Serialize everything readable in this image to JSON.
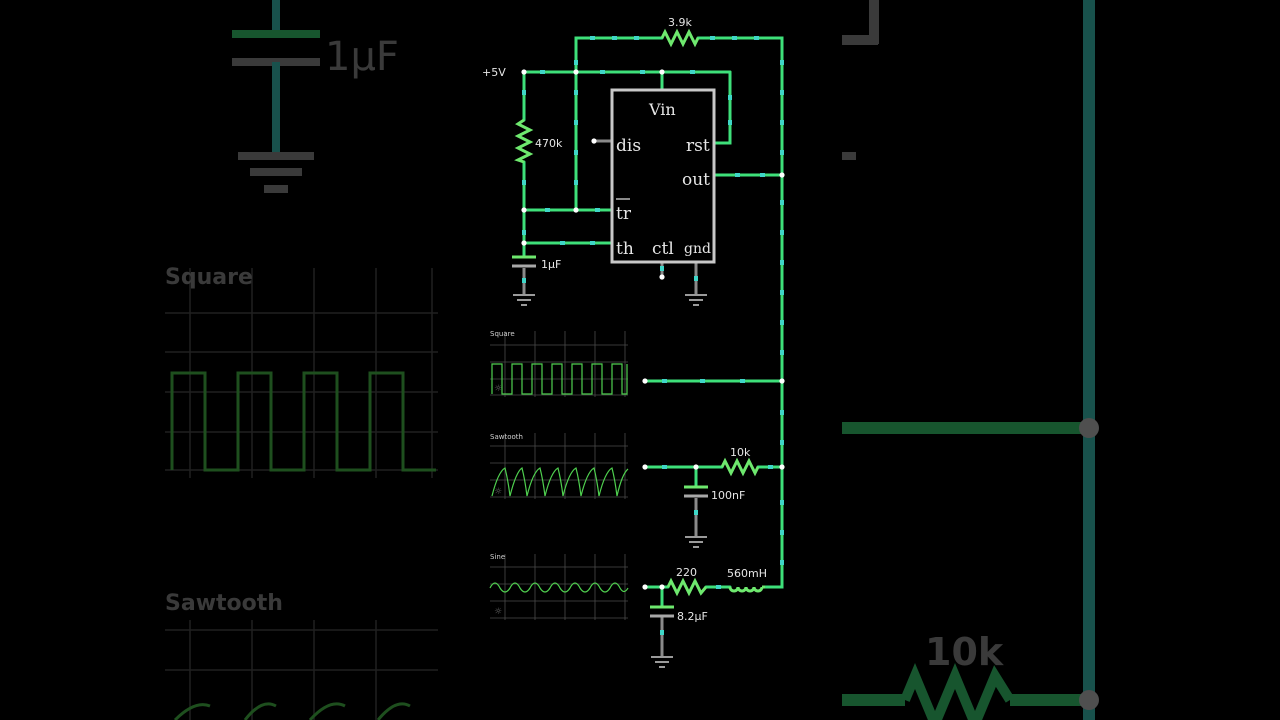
{
  "circuit": {
    "supply_label": "+5V",
    "chip": {
      "vin": "Vin",
      "dis": "dis",
      "rst": "rst",
      "out": "out",
      "tr": "tr",
      "th": "th",
      "ctl": "ctl",
      "gnd": "gnd"
    },
    "components": {
      "r_feedback": "3.9k",
      "r_timing": "470k",
      "c_timing": "1µF",
      "r_sawtooth": "10k",
      "c_sawtooth": "100nF",
      "r_sine": "220",
      "l_sine": "560mH",
      "c_sine": "8.2µF"
    },
    "scopes": {
      "square": "Square",
      "sawtooth": "Sawtooth",
      "sine": "Sine"
    }
  },
  "background": {
    "cap_label": "1µF",
    "resistor_label": "10k",
    "scope_square": "Square",
    "scope_sawtooth": "Sawtooth"
  },
  "colors": {
    "wire": "#3ee07a",
    "wire_current": "#3fd6c8",
    "component": "#6ee86e",
    "chip_outline": "#c8c8c8",
    "grid": "#4a4a4a",
    "trace": "#4fd04f",
    "background": "#000000"
  }
}
